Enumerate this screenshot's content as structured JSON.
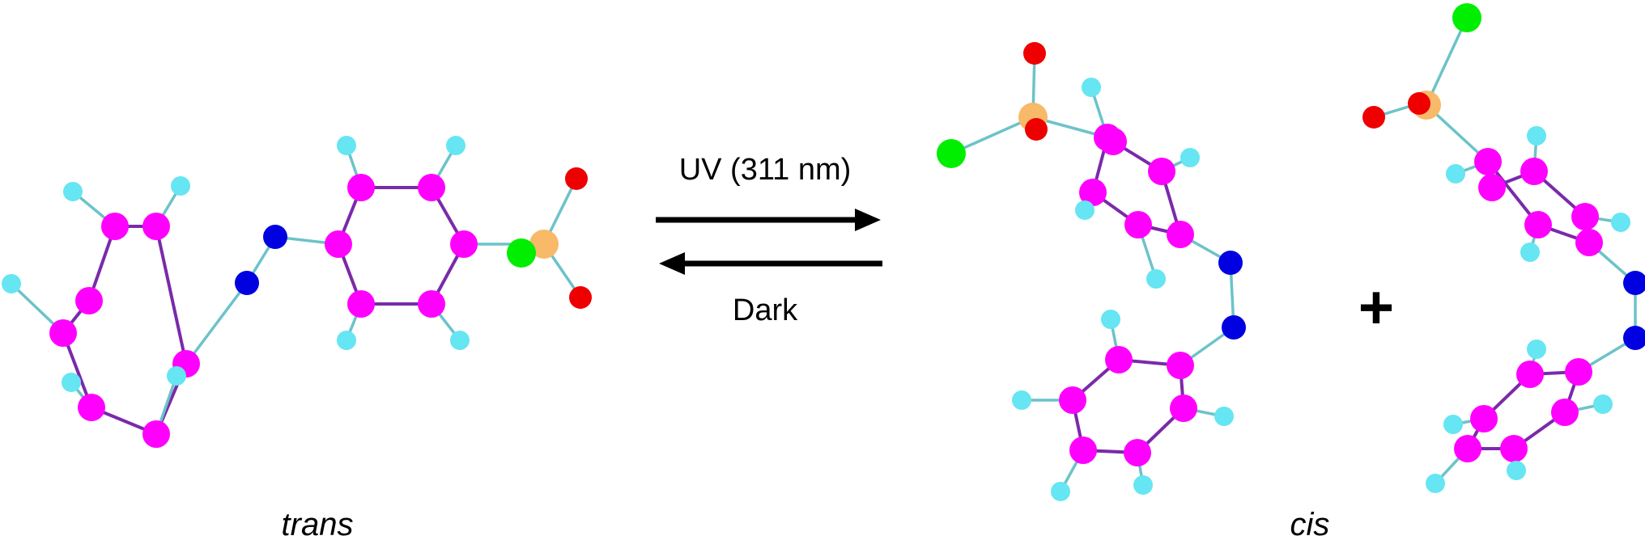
{
  "reaction": {
    "forward_label": "UV (311 nm)",
    "reverse_label": "Dark",
    "plus_sign": "+"
  },
  "isomers": {
    "trans_label": "trans",
    "cis_label": "cis"
  },
  "colors": {
    "aromatic_carbon": "#ff00ff",
    "nitrogen": "#0000e0",
    "hydrogen": "#66e5f2",
    "oxygen": "#ee0000",
    "phosphorus": "#f8b968",
    "chlorine": "#00ee00",
    "single_bond": "#6cc3c8",
    "aromatic_bond": "#7a2aaa",
    "arrow": "#000000"
  }
}
